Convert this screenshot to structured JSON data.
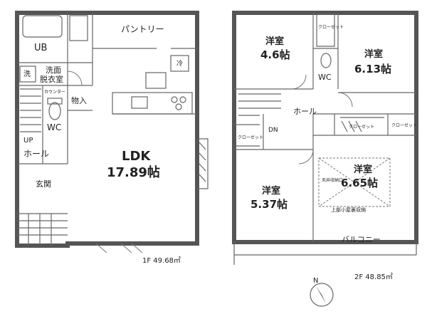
{
  "floor1": {
    "ub": "UB",
    "senmen_short": "洗",
    "washroom_line1": "洗面",
    "washroom_line2": "脱衣室",
    "pantry": "パントリー",
    "counter": "カウンター",
    "storage": "物入",
    "wc": "WC",
    "up": "UP",
    "hall": "ホール",
    "entrance": "玄関",
    "ldk_name": "LDK",
    "ldk_size": "17.89帖",
    "fridge": "冷",
    "area": "1F 49.68㎡"
  },
  "floor2": {
    "room_a_name": "洋室",
    "room_a_size": "4.6帖",
    "closet_a": "クローゼット",
    "room_b_name": "洋室",
    "room_b_size": "6.13帖",
    "wc": "WC",
    "hall": "ホール",
    "dn": "DN",
    "closet_left": "クローゼット",
    "closet_mid": "クローゼット",
    "closet_right": "クローゼット",
    "room_c_name": "洋室",
    "room_c_size": "5.37帖",
    "room_d_name": "洋室",
    "room_d_size": "6.65帖",
    "ceiling_storage_entry": "天井収納口",
    "attic_storage": "上部小屋裏収納",
    "balcony": "バルコニー",
    "area": "2F 48.85㎡"
  },
  "compass": {
    "north": "N"
  }
}
